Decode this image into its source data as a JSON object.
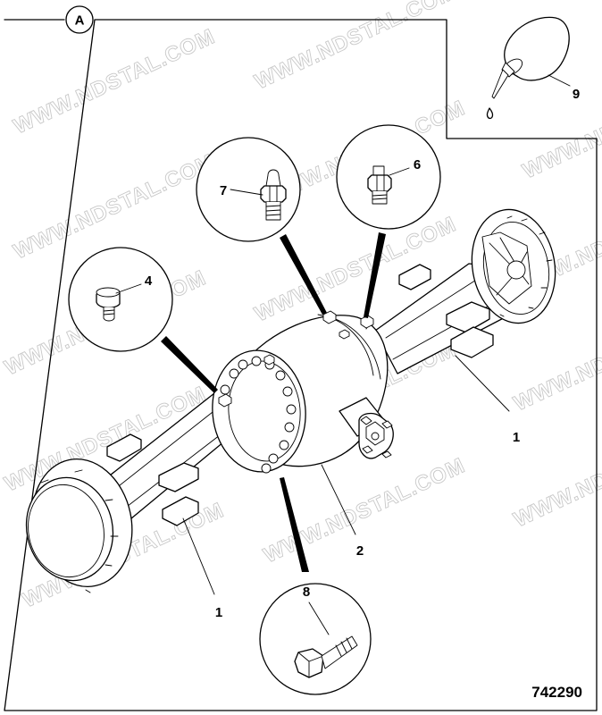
{
  "view": {
    "label": "A"
  },
  "figure_id": "742290",
  "watermark": "WWW.NDSTAL.COM",
  "callouts": [
    {
      "id": "c1a",
      "label": "1"
    },
    {
      "id": "c1b",
      "label": "1"
    },
    {
      "id": "c2",
      "label": "2"
    },
    {
      "id": "c4",
      "label": "4"
    },
    {
      "id": "c6",
      "label": "6"
    },
    {
      "id": "c7",
      "label": "7"
    },
    {
      "id": "c8",
      "label": "8"
    },
    {
      "id": "c9",
      "label": "9"
    }
  ],
  "colors": {
    "line": "#000000",
    "background": "#ffffff",
    "watermark": "#c9c9c9"
  }
}
